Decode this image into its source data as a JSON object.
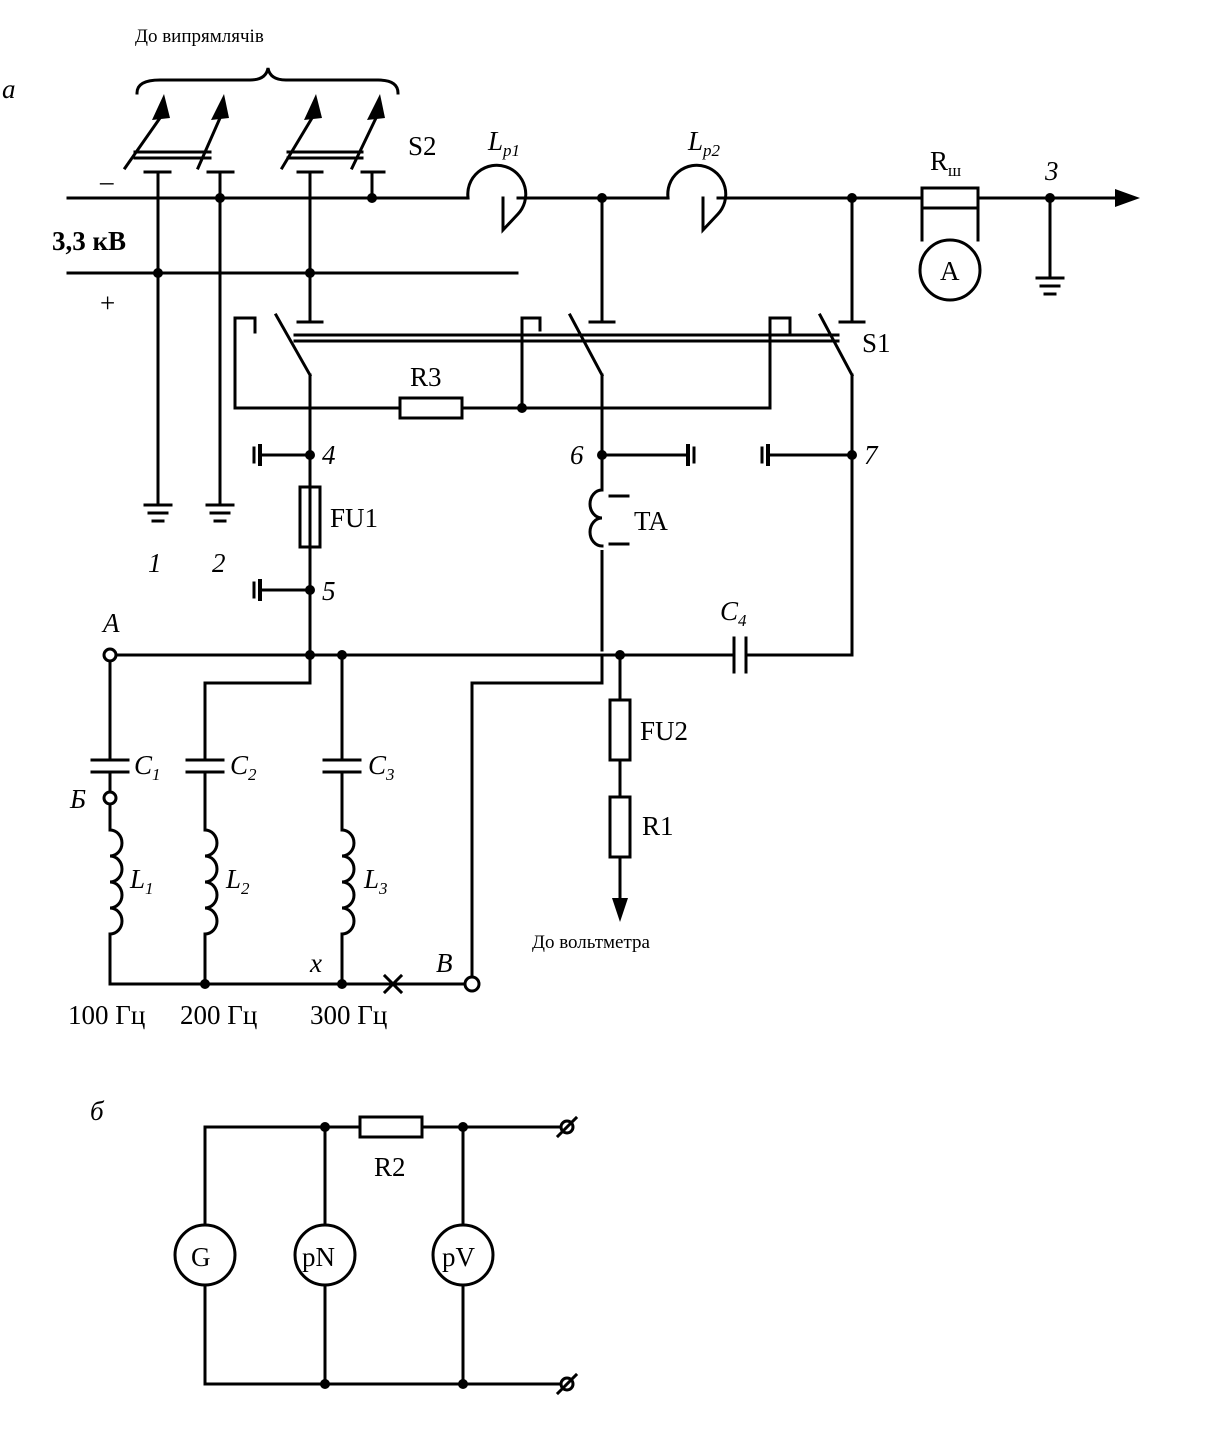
{
  "diagram_a": {
    "panel_label": "а",
    "rectifiers_caption": "До випрямлячів",
    "voltage": "3,3 кВ",
    "minus": "–",
    "plus": "+",
    "s2": "S2",
    "s1": "S1",
    "lp1": {
      "main": "L",
      "sub": "р1"
    },
    "lp2": {
      "main": "L",
      "sub": "р2"
    },
    "rsh": {
      "main": "R",
      "sub": "ш"
    },
    "ammeter": "A",
    "node3": "3",
    "r3": "R3",
    "fu1": "FU1",
    "fu2": "FU2",
    "ta": "TA",
    "r1": "R1",
    "c4": {
      "main": "C",
      "sub": "4"
    },
    "node_1": "1",
    "node_2": "2",
    "node_4": "4",
    "node_5": "5",
    "node_6": "6",
    "node_7": "7",
    "node_A": "A",
    "node_B_cyr": "Б",
    "node_B": "B",
    "node_x": "x",
    "c1": {
      "main": "C",
      "sub": "1"
    },
    "c2": {
      "main": "C",
      "sub": "2"
    },
    "c3": {
      "main": "C",
      "sub": "3"
    },
    "l1": {
      "main": "L",
      "sub": "1"
    },
    "l2": {
      "main": "L",
      "sub": "2"
    },
    "l3": {
      "main": "L",
      "sub": "3"
    },
    "f100": "100 Гц",
    "f200": "200 Гц",
    "f300": "300 Гц",
    "voltmeter_caption": "До вольтметра"
  },
  "diagram_b": {
    "panel_label": "б",
    "r2": "R2",
    "generator": "G",
    "pn": "pN",
    "pv": "pV"
  }
}
